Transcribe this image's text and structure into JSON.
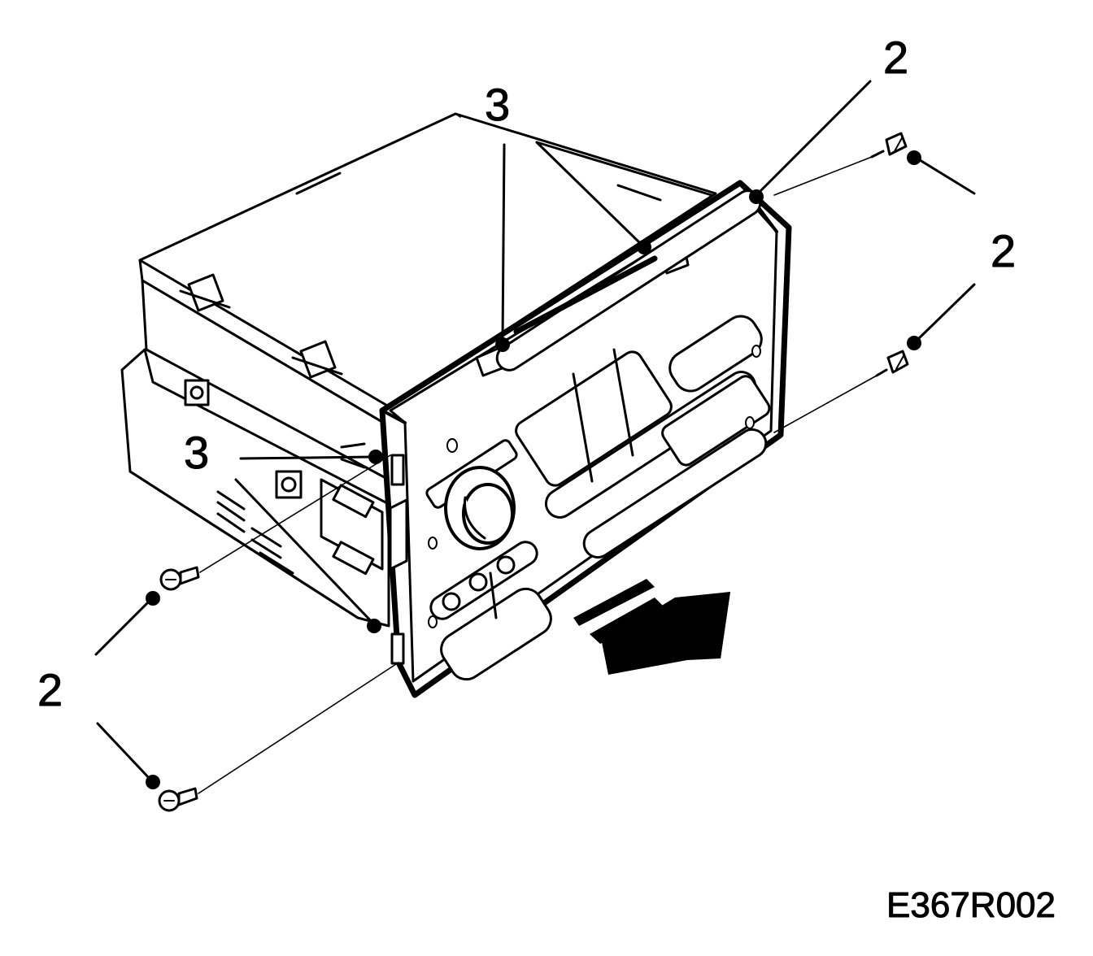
{
  "diagram": {
    "callouts": [
      {
        "id": "screw-top",
        "text": "2"
      },
      {
        "id": "screw-right",
        "text": "2"
      },
      {
        "id": "screw-left",
        "text": "2"
      },
      {
        "id": "clip-top",
        "text": "3"
      },
      {
        "id": "clip-side",
        "text": "3"
      }
    ],
    "figure_code": "E367R002"
  },
  "colors": {
    "ink": "#000000",
    "paper": "#ffffff"
  }
}
